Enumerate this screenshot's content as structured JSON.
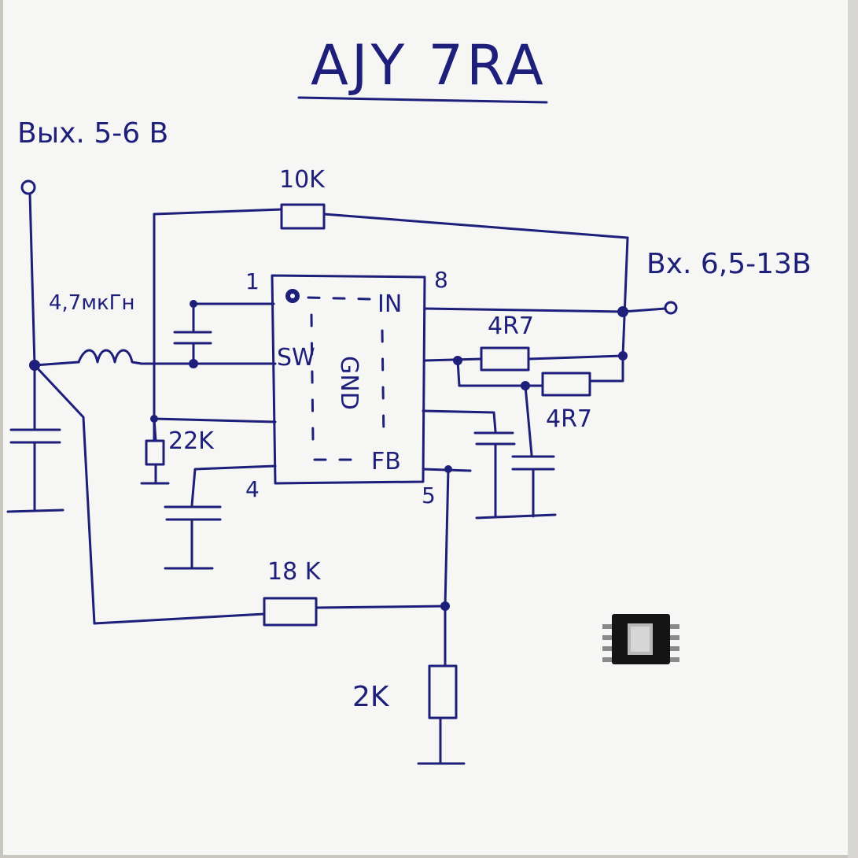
{
  "diagram": {
    "title": "AJY 7RA",
    "output_label": "Вых. 5-6 В",
    "input_label": "Вх. 6,5-13В",
    "ic": {
      "pin_1": "1",
      "pin_8": "8",
      "pin_4": "4",
      "pin_5": "5",
      "sw": "SW",
      "in": "IN",
      "fb": "FB",
      "gnd": "GND"
    },
    "components": {
      "r_top": "10K",
      "inductor": "4,7мкГн",
      "r_4r7_a": "4R7",
      "r_4r7_b": "4R7",
      "r_22k": "22K",
      "r_18k": "18 K",
      "r_2k": "2K"
    },
    "colors": {
      "ink": "#1d1f7a",
      "paper": "#f7f7f5",
      "chip": "#141414"
    }
  }
}
